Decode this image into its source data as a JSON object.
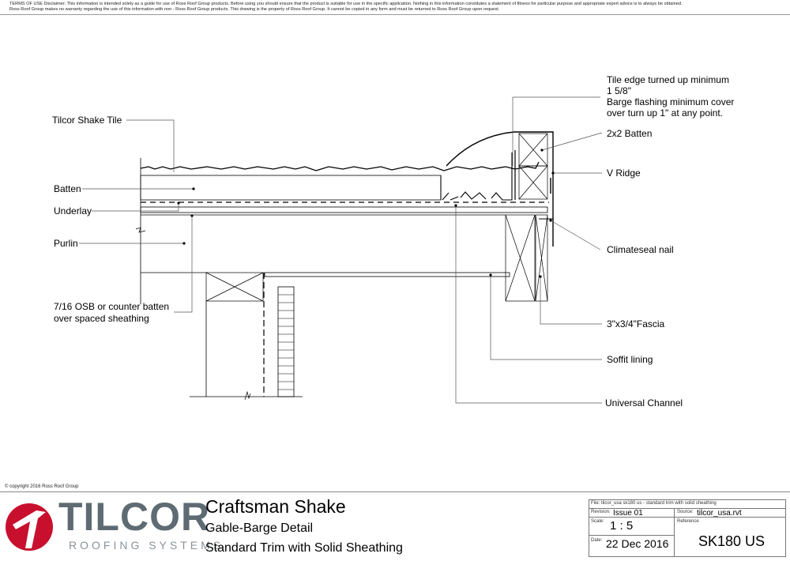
{
  "disclaimer": {
    "line1": "TERMS OF USE Disclaimer: This information is intended solely as a guide for use of Ross Roof Group products. Before using you should ensure that the product is suitable for use in the specific application. Nothing in this information constitutes a statement of fitness for particular purpose and appropriate expert advice is to always be obtained.",
    "line2": "Ross Roof Group makes no warranty regarding the use of this information with non - Ross Roof Group products. This drawing is the property of Ross Roof Group. It cannot be copied in any form and must be returned to Ross Roof Group upon request."
  },
  "labels": {
    "tile": "Tilcor Shake Tile",
    "batten": "Batten",
    "underlay": "Underlay",
    "purlin": "Purlin",
    "osb1": "7/16 OSB or counter batten",
    "osb2": "over spaced sheathing",
    "tile_edge1": "Tile edge turned up minimum",
    "tile_edge2": "1 5/8\"",
    "tile_edge3": "Barge flashing minimum cover",
    "tile_edge4": "over turn up 1\" at any point.",
    "batten2x2": "2x2 Batten",
    "v_ridge": "V Ridge",
    "nail": "Climateseal nail",
    "fascia": "3\"x3/4\"Fascia",
    "soffit": "Soffit lining",
    "channel": "Universal Channel"
  },
  "copyright": "© copyright 2016 Ross Roof Group",
  "logo": {
    "word": "TILCOR",
    "tagline": "ROOFING SYSTEMS",
    "red": "#c8102e",
    "grey": "#5f6b73"
  },
  "title": {
    "main": "Craftsman Shake",
    "sub1": "Gable-Barge Detail",
    "sub2": "Standard Trim with Solid Sheathing"
  },
  "titleblock": {
    "file": "File: tilcor_usa sk180 us - standard trim with solid sheathing",
    "revision_label": "Revision:",
    "revision": "Issue 01",
    "source_label": "Source:",
    "source": "tilcor_usa.rvt",
    "scale_label": "Scale:",
    "scale": "1 : 5",
    "reference_label": "Reference",
    "date_label": "Date:",
    "date": "22 Dec 2016",
    "reference": "SK180 US"
  }
}
